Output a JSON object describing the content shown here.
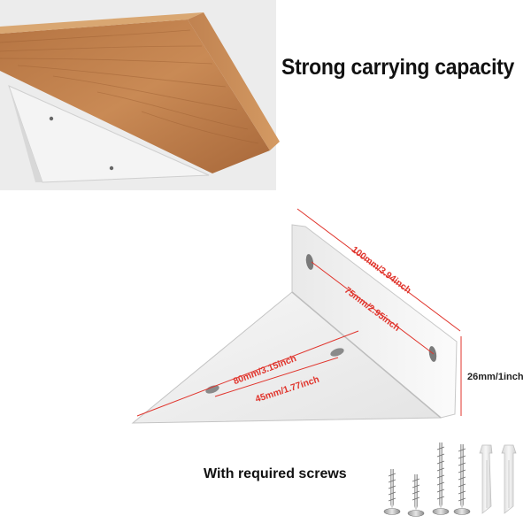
{
  "headline": "Strong carrying capacity",
  "caption": "With required screws",
  "dimensions": {
    "long_edge": "100mm/3.94inch",
    "inner_long": "75mm/2.95inch",
    "height": "26mm/1inch",
    "arm_length": "80mm/3.15inch",
    "arm_inner": "45mm/1.77inch"
  },
  "colors": {
    "dimension_red": "#e0342c",
    "bracket_white": "#f2f2f2",
    "wood": "#c98a55"
  }
}
